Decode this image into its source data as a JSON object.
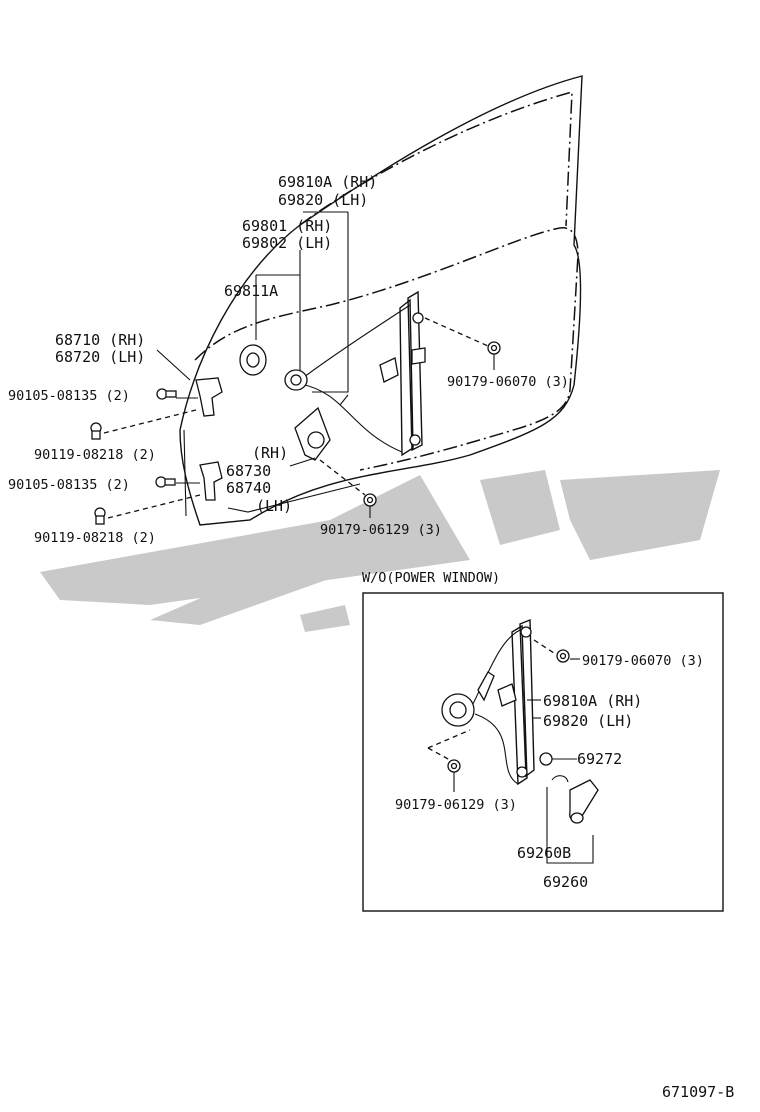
{
  "diagram_id": "671097-B",
  "main_labels": {
    "regulator_rh": "69810A (RH)",
    "regulator_lh": "69820  (LH)",
    "motor_rh": "69801 (RH)",
    "motor_lh": "69802 (LH)",
    "motor_sub": "69811A",
    "hinge_upper_rh": "68710 (RH)",
    "hinge_upper_lh": "68720 (LH)",
    "bolt_upper_a": "90105-08135 (2)",
    "bolt_upper_b": "90119-08218 (2)",
    "bolt_lower_a": "90105-08135 (2)",
    "bolt_lower_b": "90119-08218 (2)",
    "hinge_lower_rh_tag": "(RH)",
    "hinge_lower_rh": "68730",
    "hinge_lower_lh": "68740",
    "hinge_lower_lh_tag": "(LH)",
    "nut_top": "90179-06070 (3)",
    "nut_bottom": "90179-06129 (3)"
  },
  "inset": {
    "title": "W/O(POWER WINDOW)",
    "nut_top": "90179-06070 (3)",
    "regulator_rh": "69810A (RH)",
    "regulator_lh": "69820  (LH)",
    "clip": "69272",
    "nut_bottom": "90179-06129 (3)",
    "handle_sub": "69260B",
    "handle": "69260"
  },
  "watermark_color": "#c9c9c9"
}
